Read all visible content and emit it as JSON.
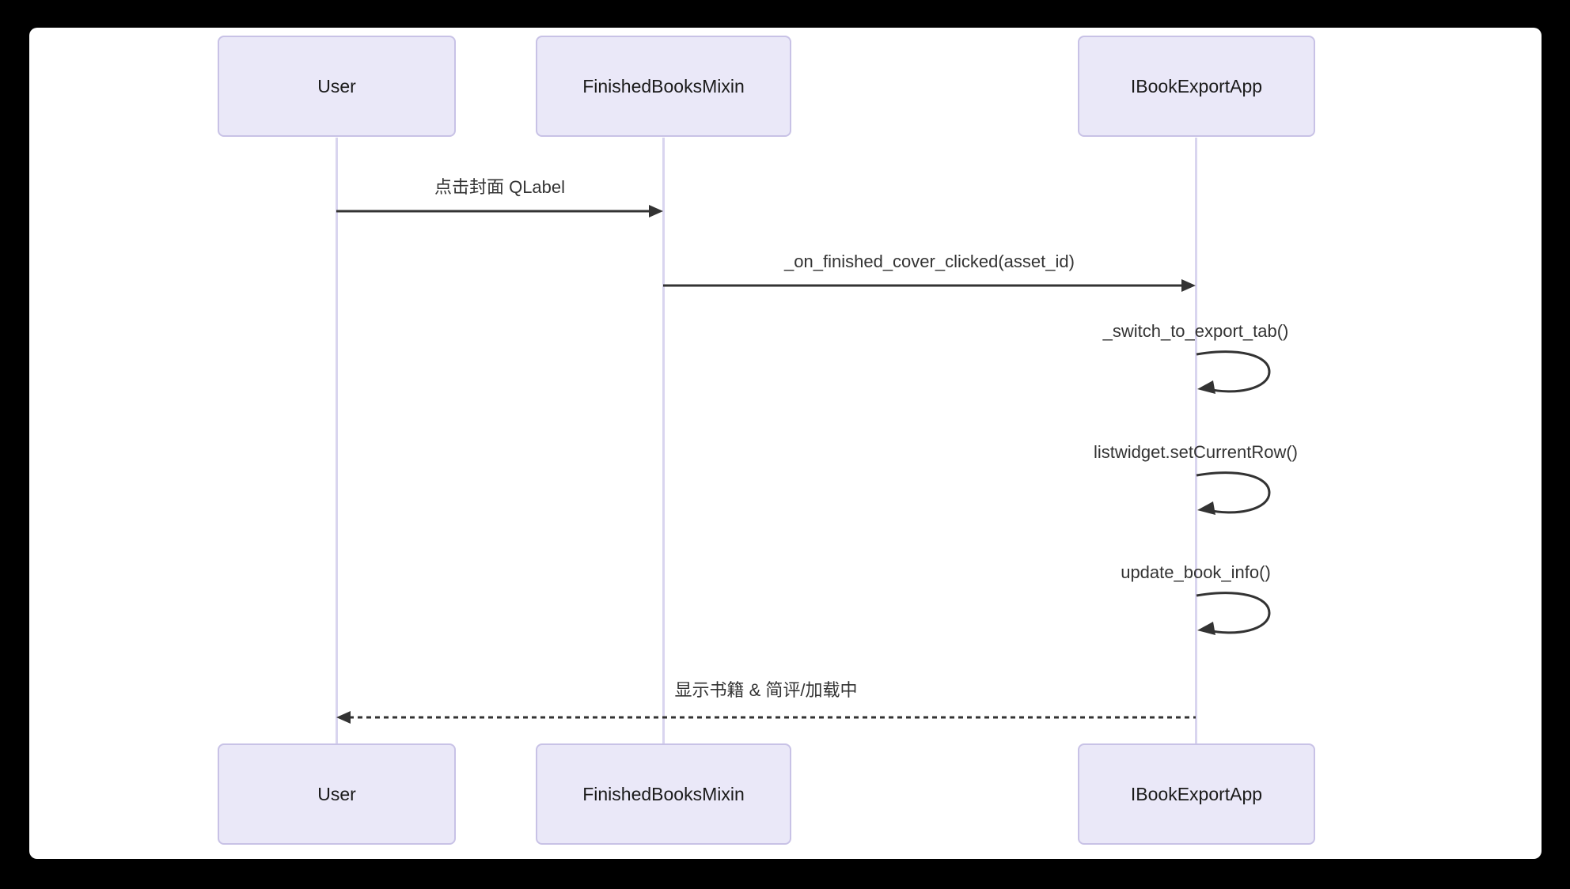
{
  "diagram": {
    "type": "sequence",
    "actors": [
      {
        "name": "User"
      },
      {
        "name": "FinishedBooksMixin"
      },
      {
        "name": "IBookExportApp"
      }
    ],
    "messages": [
      {
        "from": "User",
        "to": "FinishedBooksMixin",
        "label": "点击封面 QLabel",
        "style": "solid-arrow"
      },
      {
        "from": "FinishedBooksMixin",
        "to": "IBookExportApp",
        "label": "_on_finished_cover_clicked(asset_id)",
        "style": "solid-arrow"
      },
      {
        "from": "IBookExportApp",
        "to": "IBookExportApp",
        "label": "_switch_to_export_tab()",
        "style": "self-loop"
      },
      {
        "from": "IBookExportApp",
        "to": "IBookExportApp",
        "label": "listwidget.setCurrentRow()",
        "style": "self-loop"
      },
      {
        "from": "IBookExportApp",
        "to": "IBookExportApp",
        "label": "update_book_info()",
        "style": "self-loop"
      },
      {
        "from": "IBookExportApp",
        "to": "User",
        "label": "显示书籍 & 简评/加载中",
        "style": "dashed-arrow"
      }
    ],
    "colors": {
      "background": "#000000",
      "panel": "#ffffff",
      "actor_fill": "#eae8f8",
      "actor_border": "#c8c2e6",
      "lifeline": "#d9d5ef",
      "arrow": "#333333",
      "text": "#333333"
    }
  }
}
